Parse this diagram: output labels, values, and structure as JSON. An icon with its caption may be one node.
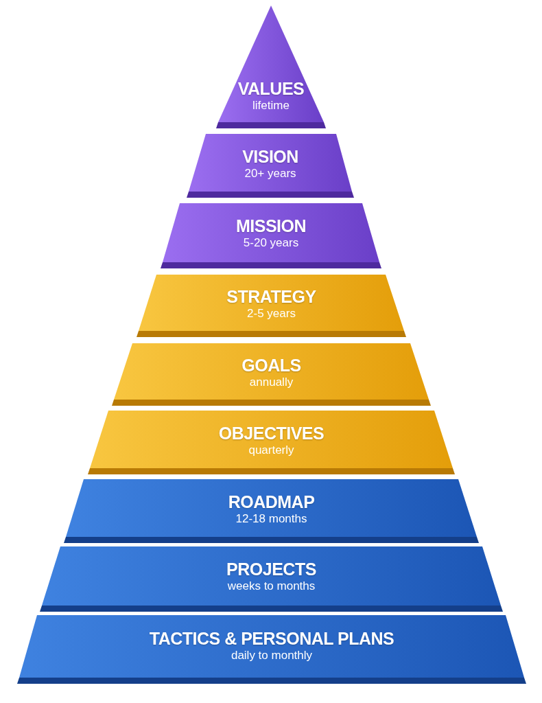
{
  "diagram": {
    "nodes": [
      {
        "text": [
          "VALUES",
          "lifetime"
        ]
      },
      {
        "text": [
          "VISION",
          "20+ years"
        ]
      },
      {
        "text": [
          "MISSION",
          "5-20 years"
        ]
      },
      {
        "text": [
          "STRATEGY",
          "2-5 years"
        ]
      },
      {
        "text": [
          "GOALS",
          "annually"
        ]
      },
      {
        "text": [
          "OBJECTIVES",
          "quarterly"
        ]
      },
      {
        "text": [
          "ROADMAP",
          "12-18 months"
        ]
      },
      {
        "text": [
          "PROJECTS",
          "weeks to months"
        ]
      },
      {
        "text": [
          "TACTICS & PERSONAL PLANS",
          "daily to monthly"
        ]
      }
    ]
  }
}
